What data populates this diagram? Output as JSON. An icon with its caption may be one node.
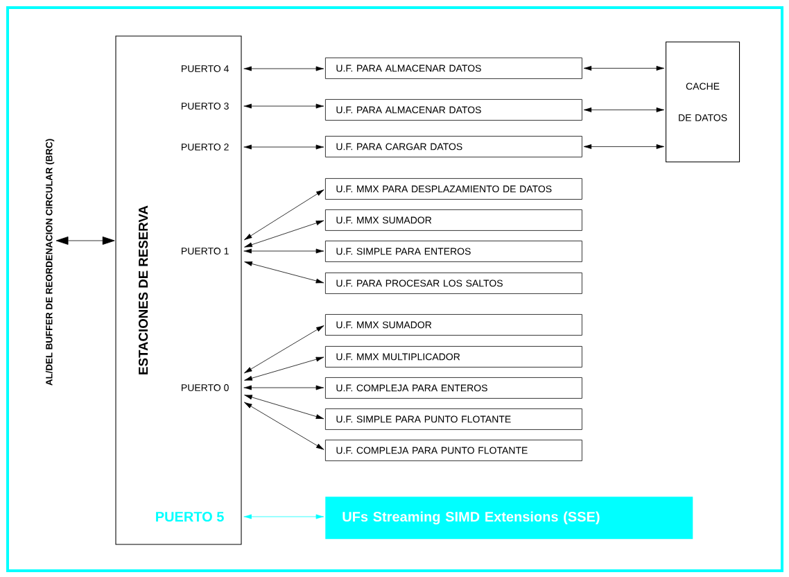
{
  "diagram": {
    "nodes": [
      {
        "text": [
          "ESTACIONES DE RESERVA"
        ]
      },
      {
        "text": [
          "AL/DEL BUFFER DE REORDENACION CIRCULAR (BRC)"
        ]
      },
      {
        "text": [
          "PUERTO 4"
        ],
        "in": 0
      },
      {
        "text": [
          "PUERTO 3"
        ],
        "in": 0
      },
      {
        "text": [
          "PUERTO 2"
        ],
        "in": 0
      },
      {
        "text": [
          "PUERTO 1"
        ],
        "in": 0
      },
      {
        "text": [
          "PUERTO 0"
        ],
        "in": 0
      },
      {
        "text": [
          "PUERTO 5"
        ],
        "in": 0
      },
      {
        "text": [
          "U.F. PARA ALMACENAR DATOS"
        ]
      },
      {
        "text": [
          "U.F. PARA ALMACENAR DATOS"
        ]
      },
      {
        "text": [
          "U.F. PARA CARGAR DATOS"
        ]
      },
      {
        "text": [
          "U.F. MMX PARA DESPLAZAMIENTO DE DATOS"
        ]
      },
      {
        "text": [
          "U.F. MMX SUMADOR"
        ]
      },
      {
        "text": [
          "U.F. SIMPLE PARA ENTEROS"
        ]
      },
      {
        "text": [
          "U.F. PARA PROCESAR LOS SALTOS"
        ]
      },
      {
        "text": [
          "U.F. MMX SUMADOR"
        ]
      },
      {
        "text": [
          "U.F. MMX MULTIPLICADOR"
        ]
      },
      {
        "text": [
          "U.F. COMPLEJA PARA ENTEROS"
        ]
      },
      {
        "text": [
          "U.F. SIMPLE PARA PUNTO FLOTANTE"
        ]
      },
      {
        "text": [
          "U.F. COMPLEJA PARA PUNTO FLOTANTE"
        ]
      },
      {
        "text": [
          "UFs Streaming SIMD Extensions (SSE)"
        ]
      },
      {
        "text": [
          "CACHE DE DATOS"
        ]
      }
    ],
    "edges": [
      {
        "from": 1,
        "to": 0,
        "arrow": "both"
      },
      {
        "from": 2,
        "to": 8,
        "arrow": "both"
      },
      {
        "from": 3,
        "to": 9,
        "arrow": "both"
      },
      {
        "from": 4,
        "to": 10,
        "arrow": "both"
      },
      {
        "from": 8,
        "to": 21,
        "arrow": "both"
      },
      {
        "from": 9,
        "to": 21,
        "arrow": "both"
      },
      {
        "from": 10,
        "to": 21,
        "arrow": "both"
      },
      {
        "from": 5,
        "to": 11,
        "arrow": "both"
      },
      {
        "from": 5,
        "to": 12,
        "arrow": "both"
      },
      {
        "from": 5,
        "to": 13,
        "arrow": "both"
      },
      {
        "from": 5,
        "to": 14,
        "arrow": "both"
      },
      {
        "from": 6,
        "to": 15,
        "arrow": "both"
      },
      {
        "from": 6,
        "to": 16,
        "arrow": "both"
      },
      {
        "from": 6,
        "to": 17,
        "arrow": "both"
      },
      {
        "from": 6,
        "to": 18,
        "arrow": "both"
      },
      {
        "from": 6,
        "to": 19,
        "arrow": "both"
      },
      {
        "from": 7,
        "to": 20,
        "arrow": "both",
        "color": "#00ffff"
      }
    ]
  }
}
